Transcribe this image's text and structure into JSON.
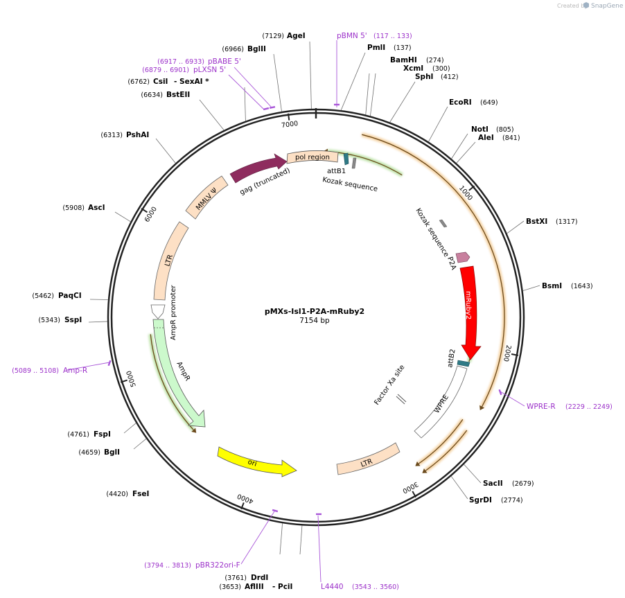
{
  "credit": {
    "prefix": "Created by",
    "brand": "SnapGene"
  },
  "plasmid": {
    "name": "pMXs-Isl1-P2A-mRuby2",
    "size": "7154 bp"
  },
  "ticks": [
    "1000",
    "2000",
    "3000",
    "4000",
    "5000",
    "6000",
    "7000"
  ],
  "sites": [
    {
      "name": "AgeI",
      "pos": "(7129)"
    },
    {
      "name": "BglII",
      "pos": "(6966)"
    },
    {
      "name": "CsiI",
      "pos": "(6762)",
      "suffix": "- SexAI *"
    },
    {
      "name": "BstEII",
      "pos": "(6634)"
    },
    {
      "name": "PshAI",
      "pos": "(6313)"
    },
    {
      "name": "AscI",
      "pos": "(5908)"
    },
    {
      "name": "PaqCI",
      "pos": "(5462)"
    },
    {
      "name": "SspI",
      "pos": "(5343)"
    },
    {
      "name": "FspI",
      "pos": "(4761)"
    },
    {
      "name": "BglI",
      "pos": "(4659)"
    },
    {
      "name": "FseI",
      "pos": "(4420)"
    },
    {
      "name": "DrdI",
      "pos": "(3761)"
    },
    {
      "name": "AflIII",
      "pos": "(3653)",
      "suffix": "- PciI"
    },
    {
      "name": "PmlI",
      "pos": "(137)"
    },
    {
      "name": "BamHI",
      "pos": "(274)"
    },
    {
      "name": "XcmI",
      "pos": "(300)"
    },
    {
      "name": "SphI",
      "pos": "(412)"
    },
    {
      "name": "EcoRI",
      "pos": "(649)"
    },
    {
      "name": "NotI",
      "pos": "(805)"
    },
    {
      "name": "AleI",
      "pos": "(841)"
    },
    {
      "name": "BstXI",
      "pos": "(1317)"
    },
    {
      "name": "BsmI",
      "pos": "(1643)"
    },
    {
      "name": "SacII",
      "pos": "(2679)"
    },
    {
      "name": "SgrDI",
      "pos": "(2774)"
    }
  ],
  "primers": [
    {
      "name": "pBMN 5'",
      "pos": "(117 .. 133)"
    },
    {
      "name": "pBABE 5'",
      "pos": "(6917 .. 6933)"
    },
    {
      "name": "pLXSN 5'",
      "pos": "(6879 .. 6901)"
    },
    {
      "name": "Amp-R",
      "pos": "(5089 .. 5108)"
    },
    {
      "name": "WPRE-R",
      "pos": "(2229 .. 2249)"
    },
    {
      "name": "pBR322ori-F",
      "pos": "(3794 .. 3813)"
    },
    {
      "name": "L4440",
      "pos": "(3543 .. 3560)"
    }
  ],
  "features": {
    "pol_region": "pol region",
    "attB1": "attB1",
    "kozak1": "Kozak sequence",
    "gag": "gag (truncated)",
    "mmlv": "MMLV Ψ",
    "ltr_left": "LTR",
    "ampr_promoter": "AmpR promoter",
    "ampr": "AmpR",
    "ori": "ori",
    "ltr_bottom": "LTR",
    "wpre": "WPRE",
    "factor_xa": "Factor Xa site",
    "attB2": "attB2",
    "mruby2": "mRuby2",
    "kozak2": "Kozak sequence",
    "p2a": "P2A"
  },
  "colors": {
    "backbone": "#222222",
    "primer": "#9b30c9",
    "gag": "#8e2c5e",
    "ltr": "#fde0c5",
    "ampr": "#ccf9cc",
    "ori": "#ffff00",
    "mruby2": "#ff0000",
    "att": "#2f7a86",
    "orf_arrow_orange": "#e89a2d",
    "orf_arrow_green": "#6bbf3a",
    "p2a": "#c8809e"
  }
}
